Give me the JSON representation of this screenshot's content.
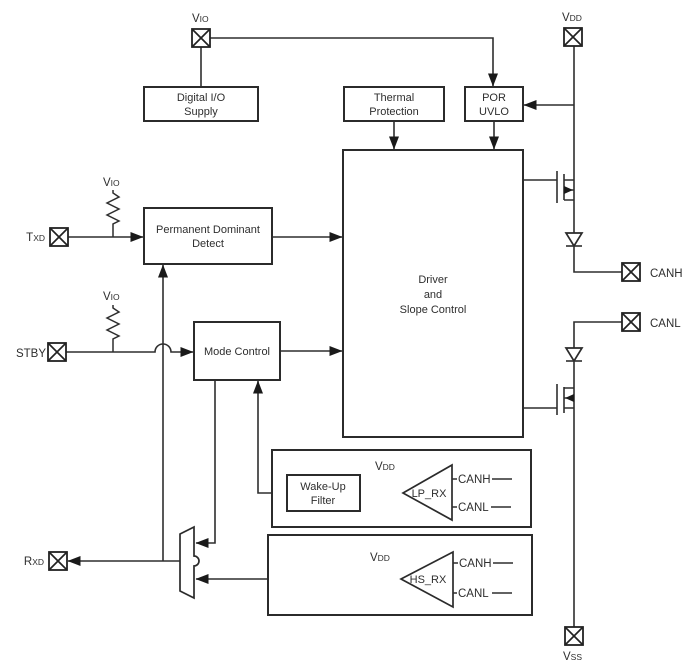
{
  "diagram": {
    "title_hint": "CAN transceiver functional block diagram",
    "colors": {
      "line": "#2e2e2e",
      "text": "#2e2e2e",
      "background": "#ffffff"
    },
    "pins": {
      "vio_top": {
        "name": "V",
        "sub": "IO"
      },
      "vdd": {
        "name": "V",
        "sub": "DD"
      },
      "txd": {
        "name": "T",
        "sub": "XD"
      },
      "stby": {
        "name": "STBY"
      },
      "rxd": {
        "name": "R",
        "sub": "XD"
      },
      "canh": {
        "name": "CANH"
      },
      "canl": {
        "name": "CANL"
      },
      "vss": {
        "name": "V",
        "sub": "SS"
      }
    },
    "pullups": {
      "txd_vio": {
        "name": "V",
        "sub": "IO"
      },
      "stby_vio": {
        "name": "V",
        "sub": "IO"
      }
    },
    "blocks": {
      "digital_io_supply": {
        "line1": "Digital I/O",
        "line2": "Supply"
      },
      "thermal_protection": {
        "line1": "Thermal",
        "line2": "Protection"
      },
      "por_uvlo": {
        "line1": "POR",
        "line2": "UVLO"
      },
      "permanent_dominant_detect": {
        "line1": "Permanent Dominant",
        "line2": "Detect"
      },
      "mode_control": {
        "label": "Mode Control"
      },
      "driver_slope_control": {
        "line1": "Driver",
        "line2": "and",
        "line3": "Slope Control"
      },
      "wake_up_filter": {
        "line1": "Wake-Up",
        "line2": "Filter"
      },
      "lp_rx": {
        "label": "LP_RX",
        "supply": "V",
        "supply_sub": "DD",
        "in1": "CANH",
        "in2": "CANL"
      },
      "hs_rx": {
        "label": "HS_RX",
        "supply": "V",
        "supply_sub": "DD",
        "in1": "CANH",
        "in2": "CANL"
      }
    }
  }
}
